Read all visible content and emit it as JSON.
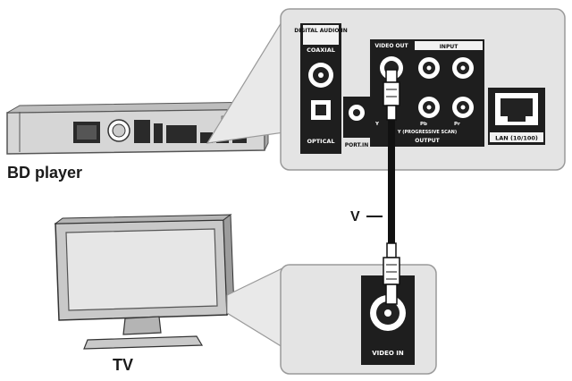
{
  "labels": {
    "bd_player": "BD player",
    "tv": "TV",
    "cable": "V"
  },
  "rear_panel": {
    "digital_audio_in": "DIGITAL AUDIO IN",
    "coaxial": "COAXIAL",
    "optical": "OPTICAL",
    "port_in": "PORT.IN",
    "video_out": "VIDEO OUT",
    "input": "INPUT",
    "output": "OUTPUT",
    "jack_y": "Y",
    "jack_pb": "Pb",
    "jack_pr": "Pr",
    "comp_line": "Y  (PROGRESSIVE SCAN)",
    "lan": "LAN (10/100)"
  },
  "tv_panel": {
    "video_in": "VIDEO IN"
  },
  "colors": {
    "panel_fill": "#e4e4e4",
    "panel_stroke": "#9a9a9a",
    "jack_block": "#1e1e1e",
    "cable": "#111111"
  }
}
